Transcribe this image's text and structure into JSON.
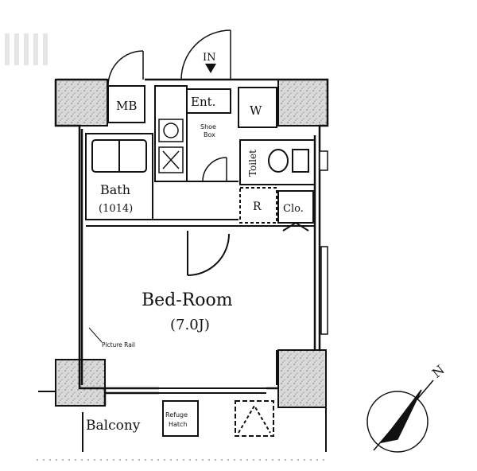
{
  "labels": {
    "entry_in": "IN",
    "mb": "MB",
    "ent": "Ent.",
    "w": "W",
    "shoe_box_1": "Shoe",
    "shoe_box_2": "Box",
    "toilet": "Toilet",
    "bath": "Bath",
    "bath_size": "(1014)",
    "refrigerator": "R",
    "closet": "Clo.",
    "bedroom": "Bed-Room",
    "bedroom_size": "(7.0J)",
    "picture_rail": "Picture Rail",
    "balcony": "Balcony",
    "escape_hatch_1": "Refuge",
    "escape_hatch_2": "Hatch",
    "north": "N"
  }
}
